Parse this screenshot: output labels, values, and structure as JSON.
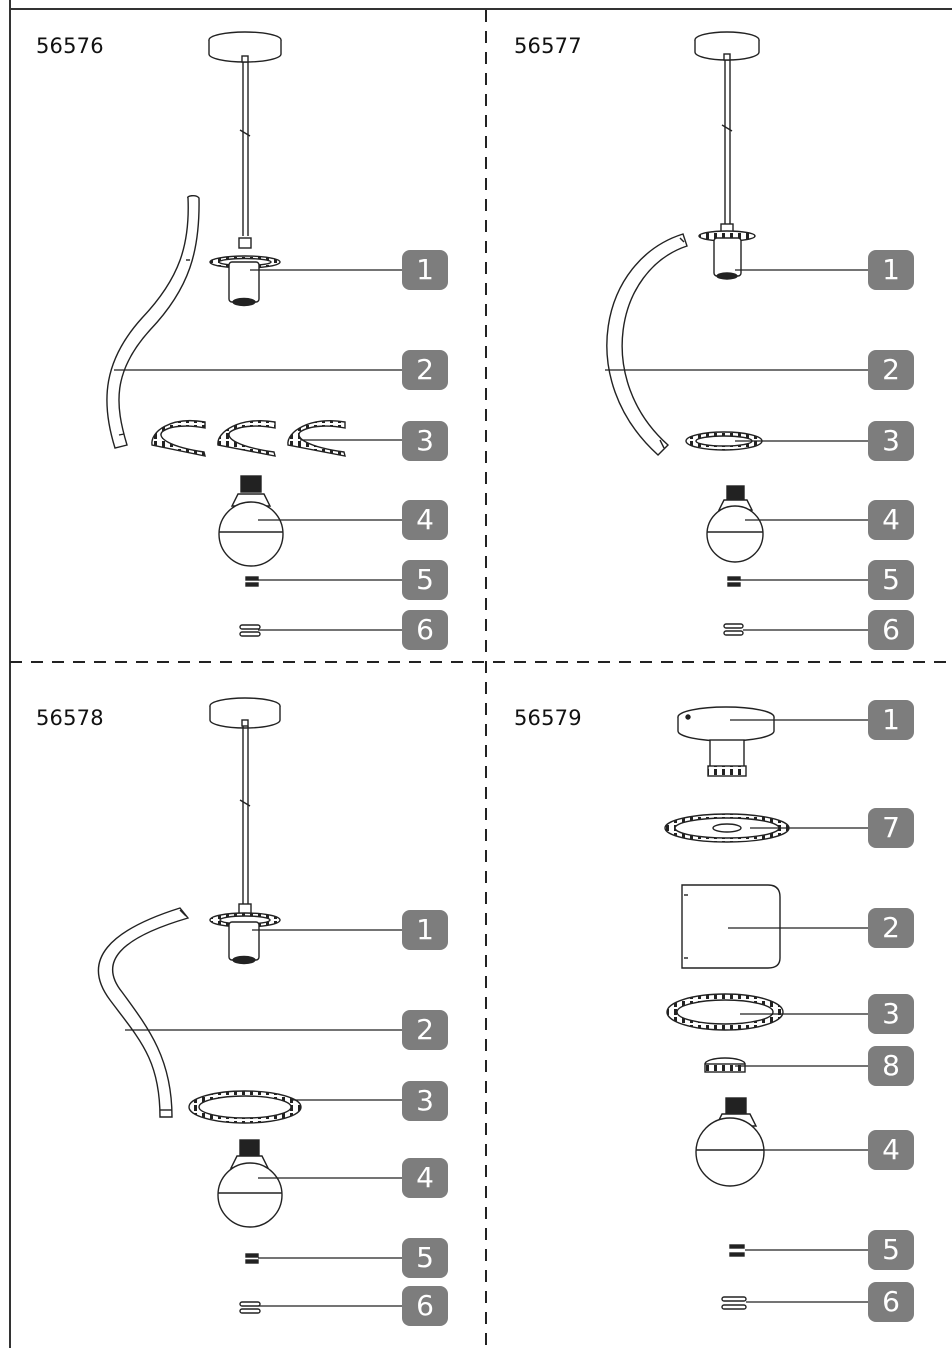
{
  "panels": [
    {
      "model": "56576",
      "parts": [
        "1",
        "2",
        "3",
        "4",
        "5",
        "6"
      ]
    },
    {
      "model": "56577",
      "parts": [
        "1",
        "2",
        "3",
        "4",
        "5",
        "6"
      ]
    },
    {
      "model": "56578",
      "parts": [
        "1",
        "2",
        "3",
        "4",
        "5",
        "6"
      ]
    },
    {
      "model": "56579",
      "parts": [
        "1",
        "7",
        "2",
        "3",
        "8",
        "4",
        "5",
        "6"
      ]
    }
  ],
  "colors": {
    "badge": "#7d7d7d",
    "line": "#222222",
    "frame": "#333333"
  }
}
